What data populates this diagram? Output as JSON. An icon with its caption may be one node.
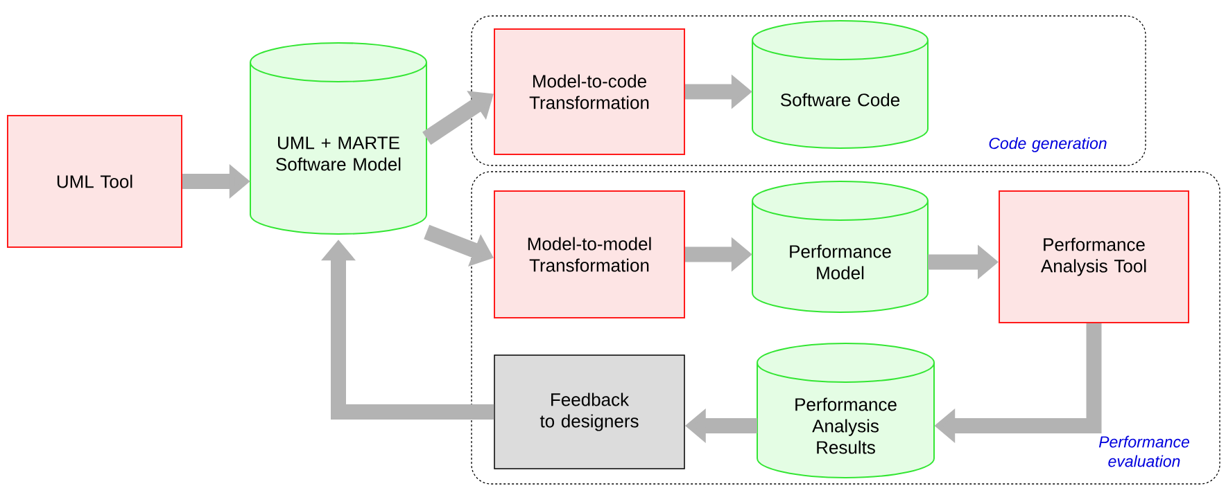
{
  "diagram": {
    "nodes": [
      {
        "text": [
          "UML Tool"
        ]
      },
      {
        "text": [
          "UML + MARTE Software Model"
        ]
      },
      {
        "text": [
          "Code generation"
        ]
      },
      {
        "text": [
          "Model-to-code Transformation"
        ],
        "in": 2
      },
      {
        "text": [
          "Software Code"
        ],
        "in": 2
      },
      {
        "text": [
          "Performance evaluation"
        ]
      },
      {
        "text": [
          "Model-to-model Transformation"
        ],
        "in": 5
      },
      {
        "text": [
          "Performance Model"
        ],
        "in": 5
      },
      {
        "text": [
          "Performance Analysis Tool"
        ],
        "in": 5
      },
      {
        "text": [
          "Feedback to designers"
        ],
        "in": 5
      },
      {
        "text": [
          "Performance Analysis Results"
        ],
        "in": 5
      }
    ],
    "edges": [
      {
        "from": 0,
        "to": 1,
        "arrow": "to"
      },
      {
        "from": 1,
        "to": 3,
        "arrow": "to"
      },
      {
        "from": 3,
        "to": 4,
        "arrow": "to"
      },
      {
        "from": 1,
        "to": 6,
        "arrow": "to"
      },
      {
        "from": 6,
        "to": 7,
        "arrow": "to"
      },
      {
        "from": 7,
        "to": 8,
        "arrow": "to"
      },
      {
        "from": 8,
        "to": 10,
        "arrow": "to"
      },
      {
        "from": 10,
        "to": 9,
        "arrow": "to"
      },
      {
        "from": 9,
        "to": 1,
        "arrow": "to"
      }
    ]
  }
}
